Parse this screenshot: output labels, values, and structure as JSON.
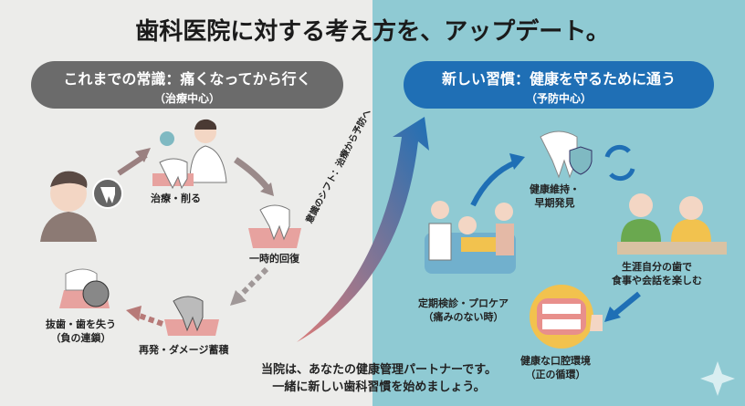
{
  "title": "歯科医院に対する考え方を、アップデート。",
  "left": {
    "header": "これまでの常識：痛くなってから行く",
    "subheader": "（治療中心）",
    "steps": [
      {
        "label": "治療・削る"
      },
      {
        "label": "一時的回復"
      },
      {
        "label": "再発・ダメージ蓄積"
      },
      {
        "label": "抜歯・歯を失う",
        "sub": "（負の連鎖）"
      }
    ]
  },
  "shift_label": "意識のシフト：治療から予防へ",
  "right": {
    "header": "新しい習慣：健康を守るために通う",
    "subheader": "（予防中心）",
    "steps": [
      {
        "label": "健康維持・",
        "sub": "早期発見"
      },
      {
        "label": "生涯自分の歯で",
        "sub": "食事や会話を楽しむ"
      },
      {
        "label": "健康な口腔環境",
        "sub": "（正の循環）"
      },
      {
        "label": "定期検診・プロケア",
        "sub": "（痛みのない時）"
      }
    ]
  },
  "message": {
    "line1": "当院は、あなたの健康管理パートナーです。",
    "line2": "一緒に新しい歯科習慣を始めましょう。"
  },
  "colors": {
    "left_bg": "#ececea",
    "right_bg": "#8fcad3",
    "left_pill": "#6b6b6b",
    "right_pill": "#1f6fb5"
  }
}
